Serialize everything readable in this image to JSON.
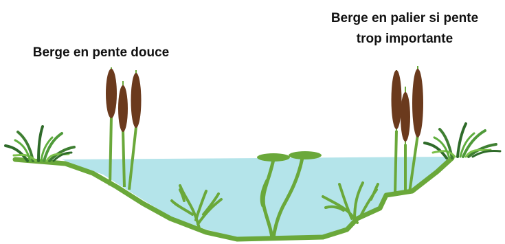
{
  "labels": {
    "left_bank": "Berge en pente douce",
    "right_bank_line1": "Berge en palier si pente",
    "right_bank_line2": "trop importante"
  },
  "colors": {
    "water": "#b4e4ea",
    "stem": "#6aa83a",
    "cattail": "#6b3a1d",
    "grass_dark": "#2f6b2a",
    "grass_light": "#7cc04a",
    "lily_pad": "#6aa83a",
    "text": "#111111"
  }
}
